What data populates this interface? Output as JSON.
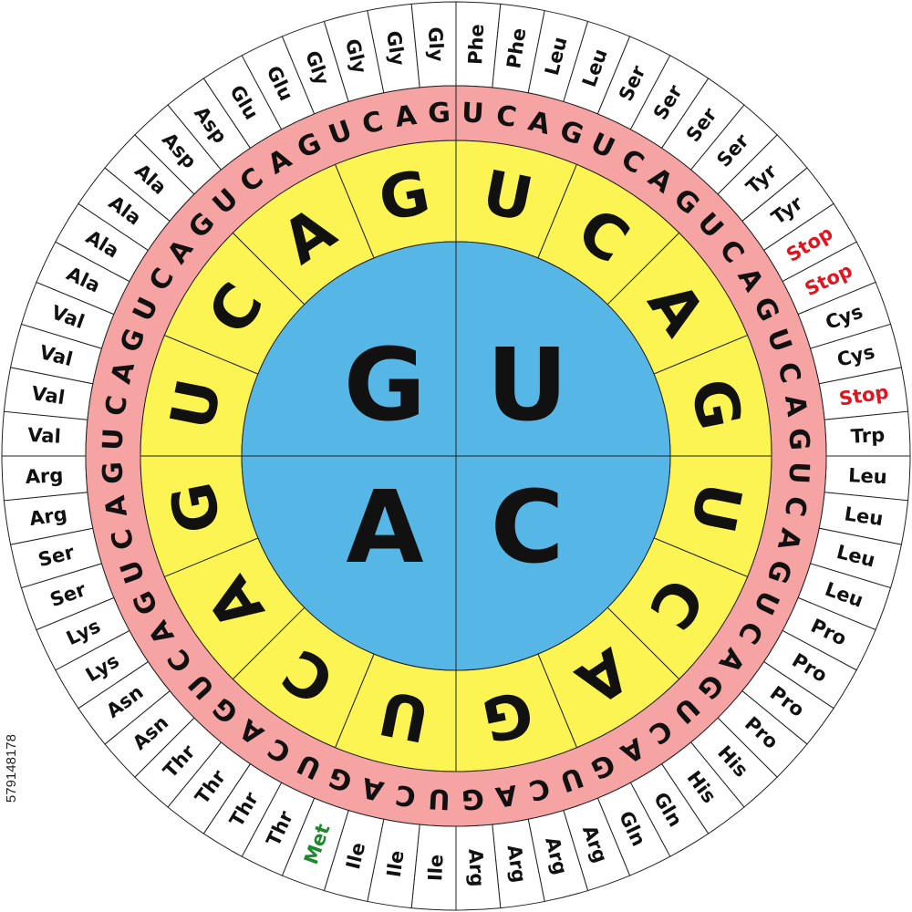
{
  "colors": {
    "inner": "#56b7e6",
    "middle": "#fbf453",
    "outer": "#f6a3a3",
    "amino": "#ffffff",
    "stroke": "#222222",
    "text": "#111111",
    "stop": "#e3141e",
    "start": "#1b8a2a"
  },
  "rings": {
    "first": [
      "U",
      "C",
      "A",
      "G"
    ],
    "second": [
      "U",
      "C",
      "A",
      "G",
      "U",
      "C",
      "A",
      "G",
      "U",
      "C",
      "A",
      "G",
      "U",
      "C",
      "A",
      "G"
    ],
    "third": [
      "U",
      "C",
      "A",
      "G",
      "U",
      "C",
      "A",
      "G",
      "U",
      "C",
      "A",
      "G",
      "U",
      "C",
      "A",
      "G",
      "U",
      "C",
      "A",
      "G",
      "U",
      "C",
      "A",
      "G",
      "U",
      "C",
      "A",
      "G",
      "U",
      "C",
      "A",
      "G",
      "U",
      "C",
      "A",
      "G",
      "U",
      "C",
      "A",
      "G",
      "U",
      "C",
      "A",
      "G",
      "U",
      "C",
      "A",
      "G",
      "U",
      "C",
      "A",
      "G",
      "U",
      "C",
      "A",
      "G",
      "U",
      "C",
      "A",
      "G",
      "U",
      "C",
      "A",
      "G"
    ]
  },
  "amino_acids": [
    "Phe",
    "Phe",
    "Leu",
    "Leu",
    "Ser",
    "Ser",
    "Ser",
    "Ser",
    "Tyr",
    "Tyr",
    "Stop",
    "Stop",
    "Cys",
    "Cys",
    "Stop",
    "Trp",
    "Leu",
    "Leu",
    "Leu",
    "Leu",
    "Pro",
    "Pro",
    "Pro",
    "Pro",
    "His",
    "His",
    "Gln",
    "Gln",
    "Arg",
    "Arg",
    "Arg",
    "Arg",
    "Ile",
    "Ile",
    "Ile",
    "Met",
    "Thr",
    "Thr",
    "Thr",
    "Thr",
    "Asn",
    "Asn",
    "Lys",
    "Lys",
    "Ser",
    "Ser",
    "Arg",
    "Arg",
    "Val",
    "Val",
    "Val",
    "Val",
    "Ala",
    "Ala",
    "Ala",
    "Ala",
    "Asp",
    "Asp",
    "Glu",
    "Glu",
    "Gly",
    "Gly",
    "Gly",
    "Gly"
  ],
  "stock_id": "579148178"
}
